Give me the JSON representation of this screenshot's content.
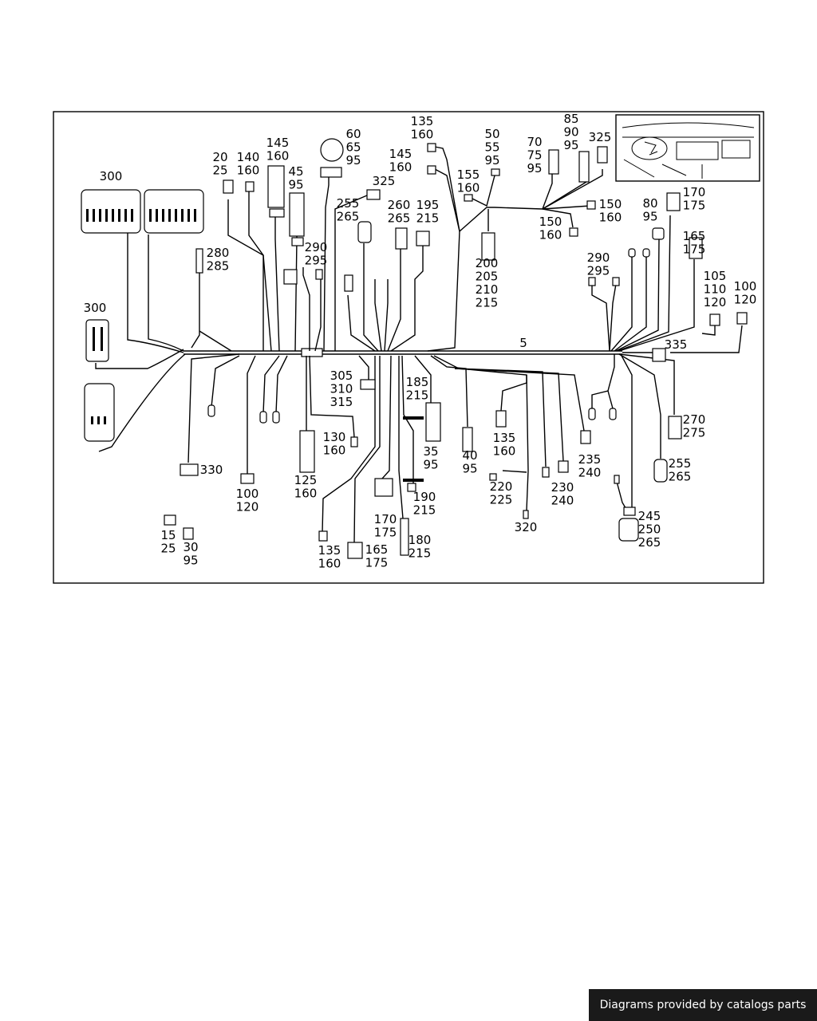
{
  "diagram": {
    "main_label": "5",
    "labels": [
      "300",
      "300",
      "20\n25",
      "140\n160",
      "145\n160",
      "45\n95",
      "60\n65\n95",
      "135\n160",
      "145\n160",
      "325",
      "255\n265",
      "260\n265",
      "195\n215",
      "155\n160",
      "50\n55\n95",
      "70\n75\n95",
      "85\n90\n95",
      "325",
      "150\n160",
      "150\n160",
      "200\n205\n210\n215",
      "80\n95",
      "170\n175",
      "165\n175",
      "290\n295",
      "105\n110\n120",
      "100\n120",
      "280\n285",
      "290\n295",
      "335",
      "305\n310\n315",
      "185\n215",
      "35\n95",
      "40\n95",
      "135\n160",
      "130\n160",
      "125\n160",
      "330",
      "100\n120",
      "15\n25",
      "30\n95",
      "220\n225",
      "230\n240",
      "235\n240",
      "190\n215",
      "170\n175",
      "320",
      "270\n275",
      "255\n265",
      "245\n250\n265",
      "135\n160",
      "165\n175",
      "180\n215"
    ]
  },
  "footer": {
    "credit": "Diagrams provided by catalogs parts"
  }
}
